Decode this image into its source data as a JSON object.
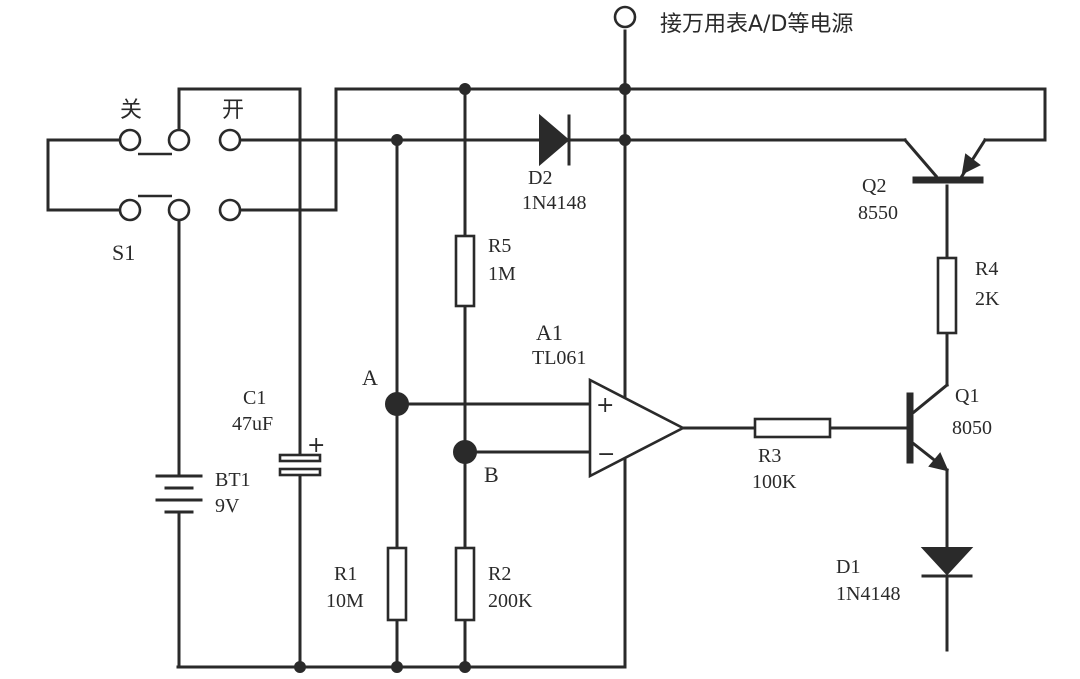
{
  "power_label": "接万用表A/D等电源",
  "switch": {
    "name": "S1",
    "off_label": "关",
    "on_label": "开"
  },
  "battery": {
    "name": "BT1",
    "value": "9V"
  },
  "c1": {
    "name": "C1",
    "value": "47uF",
    "polarity": "+"
  },
  "r1": {
    "name": "R1",
    "value": "10M"
  },
  "r2": {
    "name": "R2",
    "value": "200K"
  },
  "r3": {
    "name": "R3",
    "value": "100K"
  },
  "r4": {
    "name": "R4",
    "value": "2K"
  },
  "r5": {
    "name": "R5",
    "value": "1M"
  },
  "d1": {
    "name": "D1",
    "value": "1N4148"
  },
  "d2": {
    "name": "D2",
    "value": "1N4148"
  },
  "a1": {
    "name": "A1",
    "value": "TL061",
    "plus": "+",
    "minus": "−"
  },
  "q1": {
    "name": "Q1",
    "value": "8050"
  },
  "q2": {
    "name": "Q2",
    "value": "8550"
  },
  "nodes": {
    "a": "A",
    "b": "B"
  }
}
